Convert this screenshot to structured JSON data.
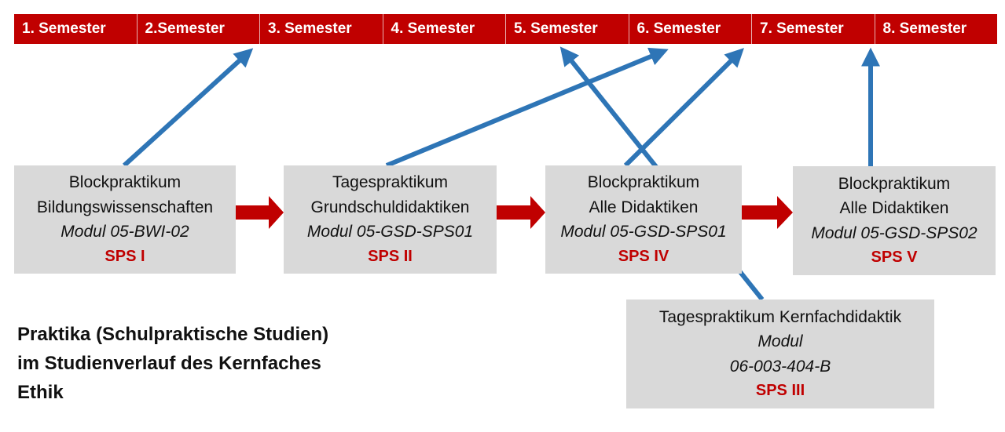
{
  "semesters": [
    "1. Semester",
    "2.Semester",
    "3. Semester",
    "4. Semester",
    "5. Semester",
    "6. Semester",
    "7. Semester",
    "8. Semester"
  ],
  "boxes": {
    "sps1": {
      "line1": "Blockpraktikum",
      "line2": "Bildungswissenschaften",
      "module": "Modul 05-BWI-02",
      "code": "SPS I"
    },
    "sps2": {
      "line1": "Tagespraktikum",
      "line2": "Grundschuldidaktiken",
      "module": "Modul 05-GSD-SPS01",
      "code": "SPS II"
    },
    "sps4": {
      "line1": "Blockpraktikum",
      "line2": "Alle Didaktiken",
      "module": "Modul 05-GSD-SPS01",
      "code": "SPS IV"
    },
    "sps5": {
      "line1": "Blockpraktikum",
      "line2": "Alle Didaktiken",
      "module": "Modul 05-GSD-SPS02",
      "code": "SPS V"
    },
    "sps3": {
      "line1": "Tagespraktikum Kernfachdidaktik",
      "line2": "Modul",
      "module": "06-003-404-B",
      "code": "SPS III"
    }
  },
  "title": {
    "line1": "Praktika (Schulpraktische Studien)",
    "line2": "im Studienverlauf des Kernfaches",
    "line3": "Ethik"
  },
  "colors": {
    "semester_bar": "#c00000",
    "box_bg": "#d9d9d9",
    "sps_label": "#c00000",
    "blue_arrow": "#2e75b6",
    "red_arrow": "#c00000"
  }
}
